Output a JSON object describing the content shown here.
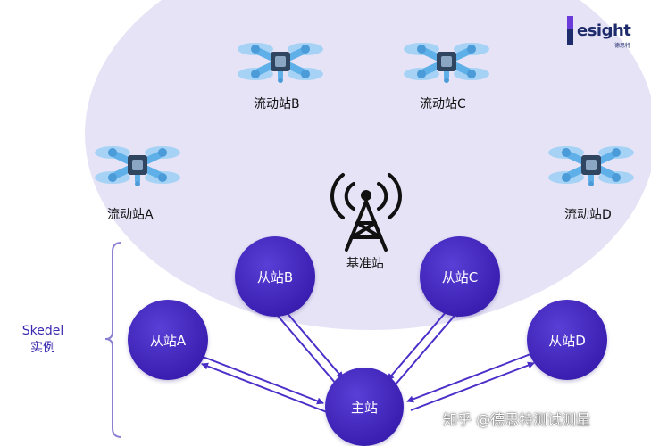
{
  "logo": {
    "text": "esight",
    "sub": "德思特"
  },
  "base_station": {
    "label": "基准站"
  },
  "rovers": [
    {
      "label": "流动站A"
    },
    {
      "label": "流动站B"
    },
    {
      "label": "流动站C"
    },
    {
      "label": "流动站D"
    }
  ],
  "master": {
    "label": "主站"
  },
  "slaves": [
    {
      "label": "从站A"
    },
    {
      "label": "从站B"
    },
    {
      "label": "从站C"
    },
    {
      "label": "从站D"
    }
  ],
  "group_label": {
    "line1": "Skedel",
    "line2": "实例"
  },
  "watermark": "知乎 @德思特测试测量",
  "colors": {
    "ellipse": "#e6e3f6",
    "node": "#3b1fb2",
    "arrow": "#4b2fc8",
    "drone_body": "#5fb0e8",
    "accent_text": "#3b2ab0"
  },
  "icons": {
    "drone": "drone-icon",
    "antenna": "radio-tower-icon"
  }
}
